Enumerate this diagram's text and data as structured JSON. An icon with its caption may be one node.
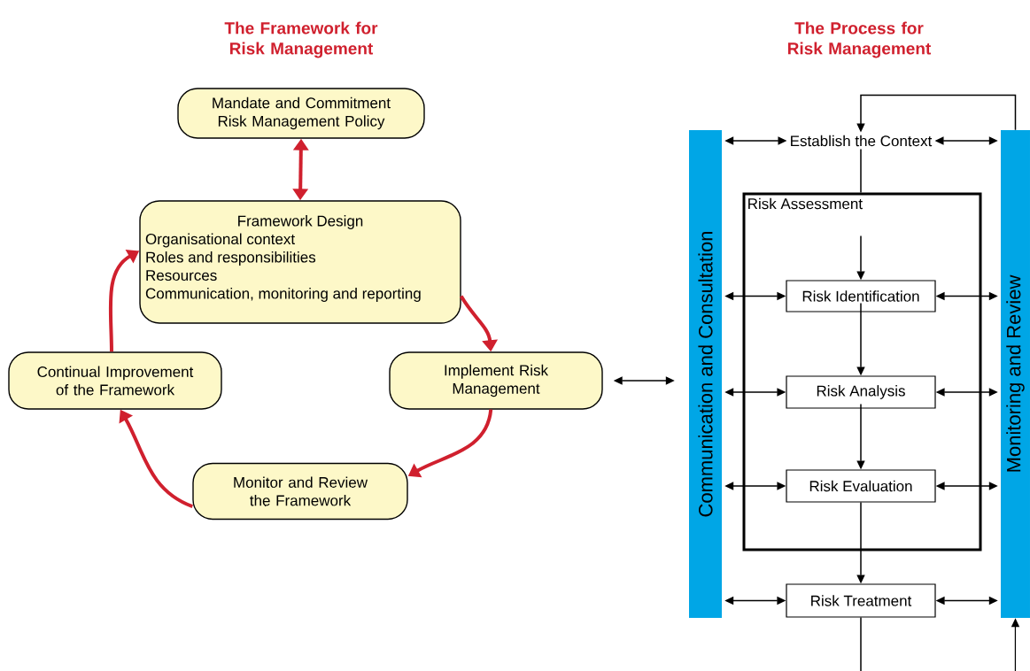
{
  "diagram": {
    "nodes": [
      {
        "text": [
          "Mandate and Commitment",
          "Risk Management Policy"
        ]
      },
      {
        "text": [
          "Framework Design",
          "Organisational context",
          "Roles and responsibilities",
          "Resources",
          "Communication, monitoring and reporting"
        ]
      },
      {
        "text": [
          "Implement Risk Management"
        ]
      },
      {
        "text": [
          "Monitor and Review the Framework"
        ]
      },
      {
        "text": [
          "Continual Improvement of the Framework"
        ]
      },
      {
        "text": [
          "Communication and Consultation"
        ]
      },
      {
        "text": [
          "Monitoring and Review"
        ]
      },
      {
        "text": [
          "Establish the Context"
        ]
      },
      {
        "text": [
          "Risk Assessment"
        ]
      },
      {
        "text": [
          "Risk Identification"
        ],
        "in": 8
      },
      {
        "text": [
          "Risk Analysis"
        ],
        "in": 8
      },
      {
        "text": [
          "Risk Evaluation"
        ],
        "in": 8
      },
      {
        "text": [
          "Risk Treatment"
        ]
      }
    ],
    "edges": [
      {
        "from": 0,
        "to": 1,
        "arrow": "both",
        "style": "thick",
        "color": "#d0202e"
      },
      {
        "from": 1,
        "to": 2,
        "arrow": "to",
        "style": "thick",
        "color": "#d0202e"
      },
      {
        "from": 2,
        "to": 3,
        "arrow": "to",
        "style": "thick",
        "color": "#d0202e"
      },
      {
        "from": 3,
        "to": 4,
        "arrow": "to",
        "style": "thick",
        "color": "#d0202e"
      },
      {
        "from": 4,
        "to": 1,
        "arrow": "to",
        "style": "thick",
        "color": "#d0202e"
      },
      {
        "from": 2,
        "to": 5,
        "arrow": "both"
      },
      {
        "from": 5,
        "to": 7,
        "arrow": "both"
      },
      {
        "from": 7,
        "to": 6,
        "arrow": "both"
      },
      {
        "from": 7,
        "to": 8,
        "arrow": "none"
      },
      {
        "from": null,
        "to": 9,
        "arrow": "to"
      },
      {
        "from": 9,
        "to": 10,
        "arrow": "to"
      },
      {
        "from": 10,
        "to": 11,
        "arrow": "to"
      },
      {
        "from": 11,
        "to": 12,
        "arrow": "to"
      },
      {
        "from": 5,
        "to": 9,
        "arrow": "both"
      },
      {
        "from": 9,
        "to": 6,
        "arrow": "both"
      },
      {
        "from": 5,
        "to": 10,
        "arrow": "both"
      },
      {
        "from": 10,
        "to": 6,
        "arrow": "both"
      },
      {
        "from": 5,
        "to": 11,
        "arrow": "both"
      },
      {
        "from": 11,
        "to": 6,
        "arrow": "both"
      },
      {
        "from": 5,
        "to": 12,
        "arrow": "both"
      },
      {
        "from": 12,
        "to": 6,
        "arrow": "both"
      },
      {
        "from": 12,
        "to": null,
        "arrow": "none"
      },
      {
        "from": null,
        "to": 6,
        "arrow": "to"
      },
      {
        "from": 6,
        "to": 7,
        "arrow": "to"
      }
    ],
    "labels": [
      "The Framework for Risk Management",
      "The Process for Risk Management"
    ]
  }
}
